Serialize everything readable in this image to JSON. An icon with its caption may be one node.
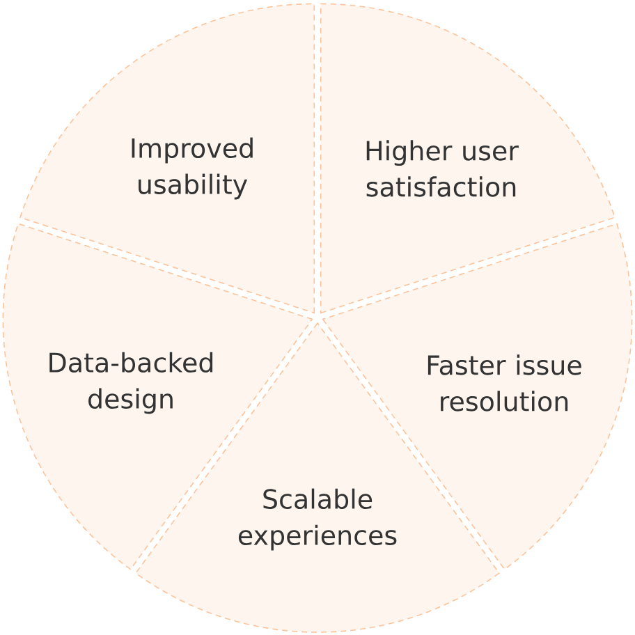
{
  "diagram": {
    "nodes": [
      {
        "text": [
          "Improved usability"
        ]
      },
      {
        "text": [
          "Higher user satisfaction"
        ]
      },
      {
        "text": [
          "Data-backed design"
        ]
      },
      {
        "text": [
          "Faster issue resolution"
        ]
      },
      {
        "text": [
          "Scalable experiences"
        ]
      }
    ]
  }
}
